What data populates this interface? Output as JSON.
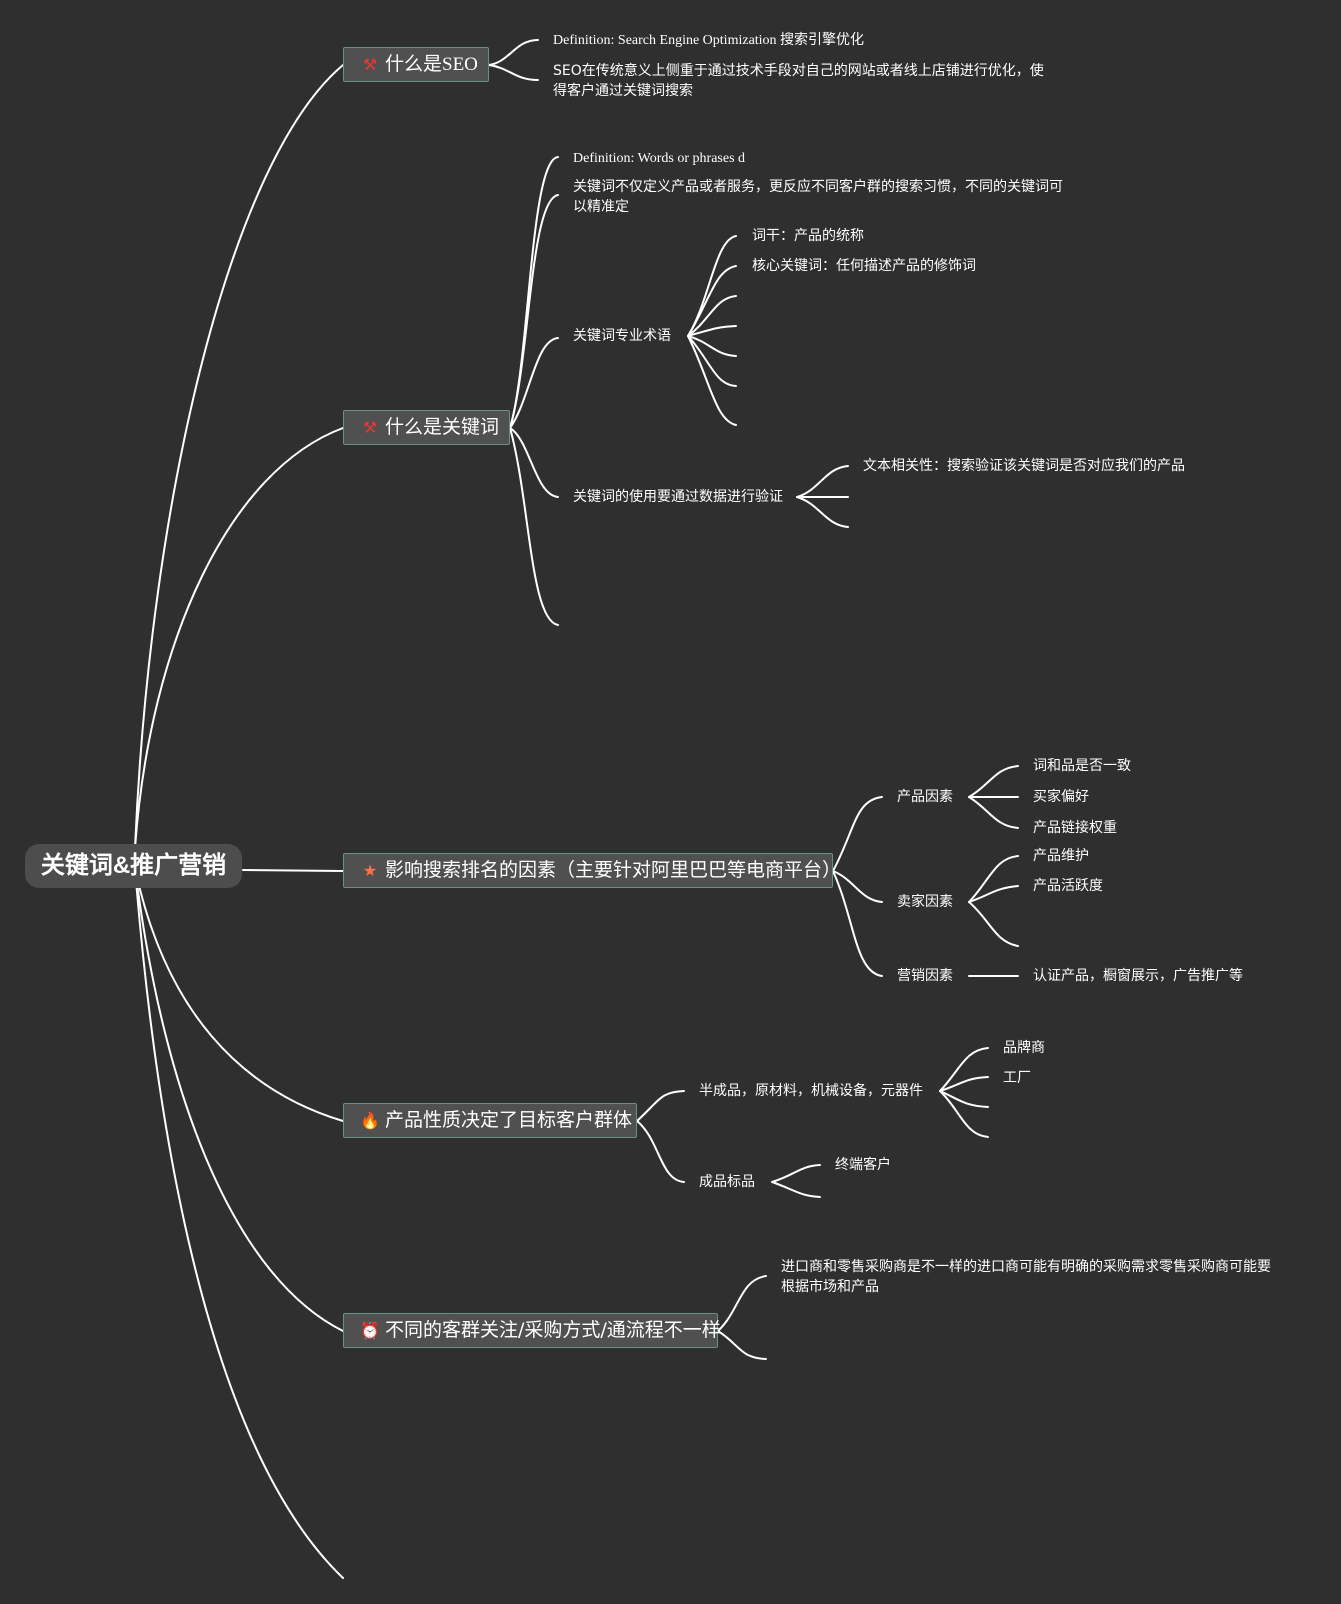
{
  "root": {
    "title": "关键词&推广营销"
  },
  "branches": [
    {
      "label": "什么是SEO",
      "icon": "tools-icon",
      "icon_color": "#e53935",
      "children": [
        "Definition: Search Engine Optimization 搜索引擎优化",
        "SEO在传统意义上侧重于通过技术手段对自己的网站或者线上店铺进行优化，使得客户通过关键词搜索"
      ]
    },
    {
      "label": "什么是关键词",
      "icon": "tools-icon",
      "icon_color": "#e53935",
      "children": [
        "Definition: Words or phrases d",
        "关键词不仅定义产品或者服务，更反应不同客户群的搜索习惯，不同的关键词可以精准定",
        "关键词专业术语",
        "关键词的使用要通过数据进行验证"
      ],
      "terms": [
        "词干：产品的统称",
        "核心关键词：任何描述产品的修饰词"
      ],
      "validation": [
        "文本相关性：搜索验证该关键词是否对应我们的产品"
      ]
    },
    {
      "label": "影响搜索排名的因素（主要针对阿里巴巴等电商平台）",
      "icon": "star-icon",
      "icon_color": "#ff7043",
      "children": [
        "产品因素",
        "卖家因素",
        "营销因素"
      ],
      "product_factors": [
        "词和品是否一致",
        "买家偏好",
        "产品链接权重"
      ],
      "seller_factors": [
        "产品维护",
        "产品活跃度"
      ],
      "marketing_factors": [
        "认证产品，橱窗展示，广告推广等"
      ]
    },
    {
      "label": "产品性质决定了目标客户群体",
      "icon": "flame-icon",
      "icon_color": "#e53935",
      "children": [
        "半成品，原材料，机械设备，元器件",
        "成品标品"
      ],
      "semi_products": [
        "品牌商",
        "工厂"
      ],
      "finished_products": [
        "终端客户"
      ]
    },
    {
      "label": "不同的客群关注/采购方式/通流程不一样",
      "icon": "alarm-icon",
      "icon_color": "#e53935",
      "children": [
        "进口商和零售采购商是不一样的进口商可能有明确的采购需求零售采购商可能要根据市场和产品"
      ]
    }
  ],
  "colors": {
    "background": "#2f2f2f",
    "line": "#ffffff",
    "node_fill": "#505050",
    "node_border": "#6a8f86"
  }
}
